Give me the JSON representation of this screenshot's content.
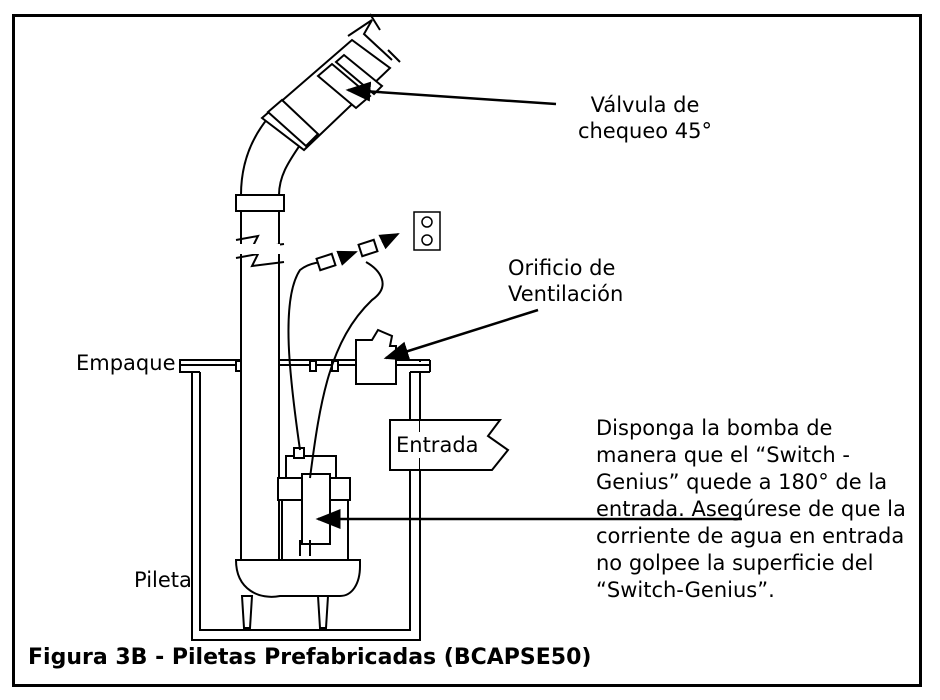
{
  "figure": {
    "caption": "Figura 3B - Piletas Prefabricadas (BCAPSE50)"
  },
  "labels": {
    "check_valve_line1": "Válvula de",
    "check_valve_line2": "chequeo 45°",
    "vent_line1": "Orificio de",
    "vent_line2": "Ventilación",
    "gasket": "Empaque",
    "inlet": "Entrada",
    "basin": "Pileta",
    "note_lines": [
      "Disponga la bomba de",
      "manera que el “Switch -",
      "Genius” quede a 180° de la",
      "entrada. Asegúrese de que la",
      "corriente de agua en entrada",
      "no golpee la superficie del",
      "“Switch-Genius”."
    ]
  },
  "icons": {
    "outlet": "electrical-outlet-icon",
    "plug": "power-plug-icon"
  }
}
